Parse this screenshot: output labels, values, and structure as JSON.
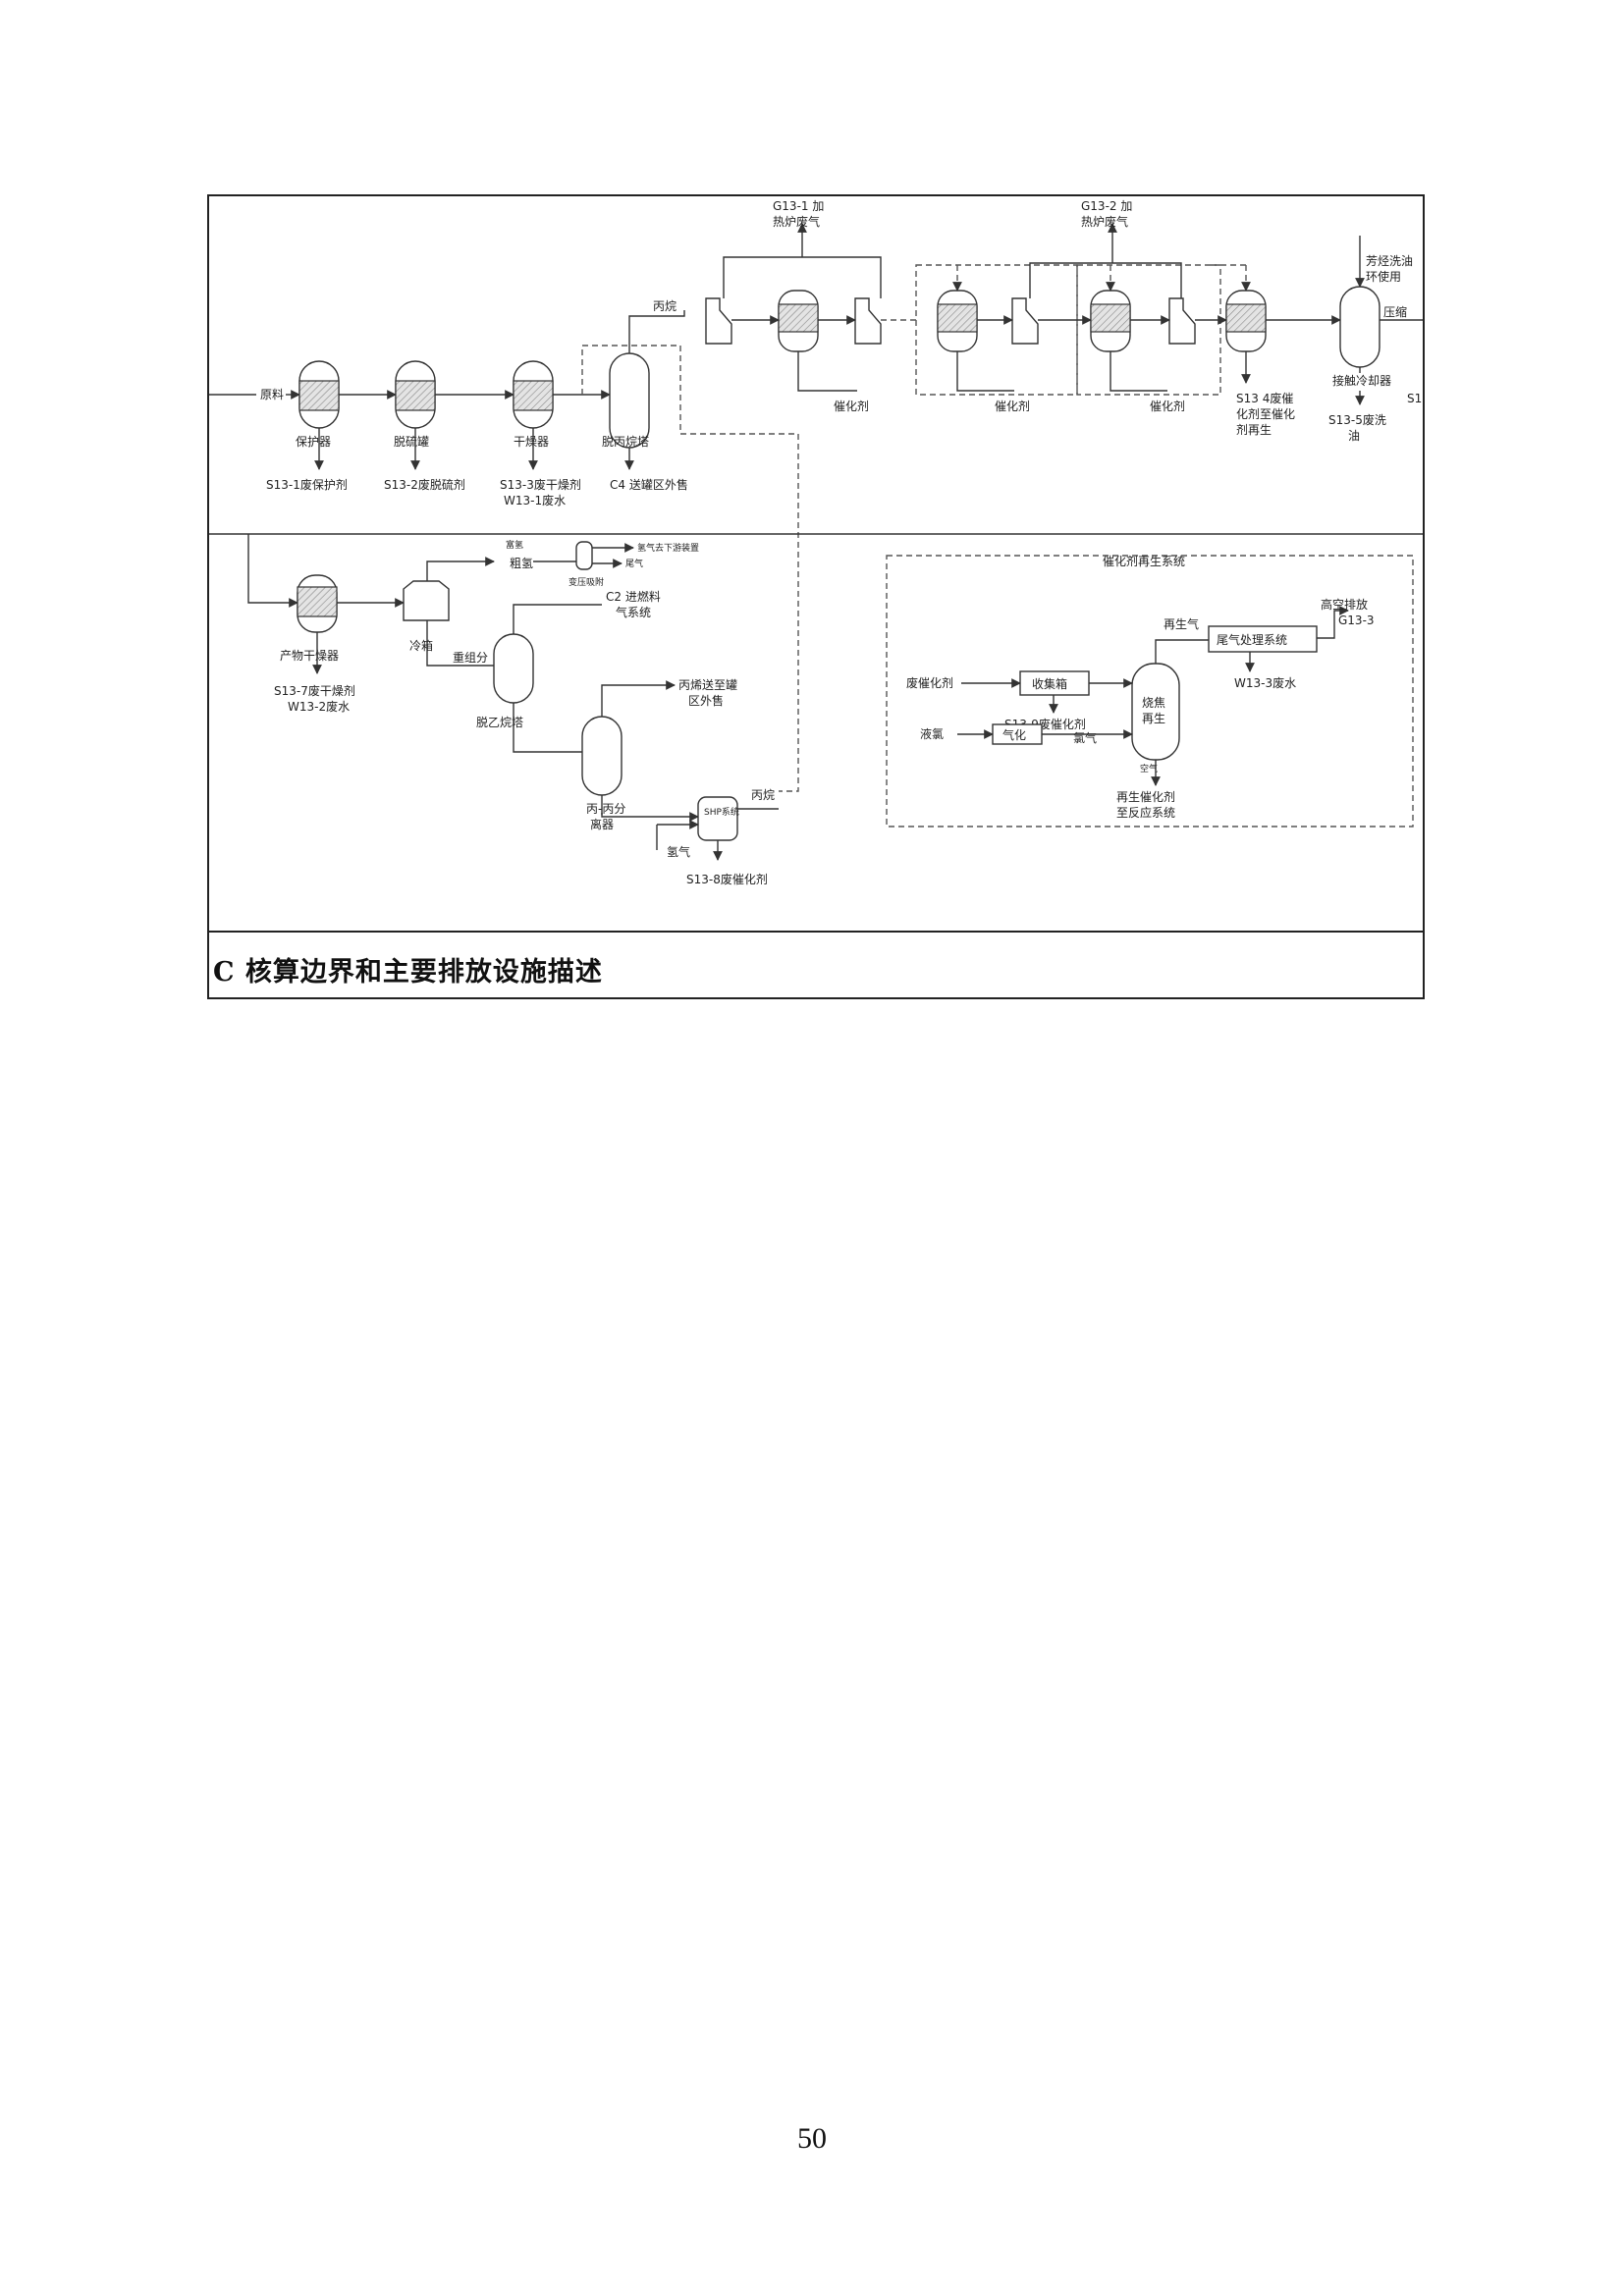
{
  "diagram": {
    "top": {
      "feed": "原料",
      "guard_bed": "保护器",
      "desulfurizer": "脱硫罐",
      "dryer": "干燥器",
      "depropanizer": "脱丙烷塔",
      "waste_guard": "S13-1废保护剂",
      "waste_desulf": "S13-2废脱硫剂",
      "waste_drying": "S13-3废干燥剂",
      "wastewater_1": "W13-1废水",
      "c4_export": "C4 送罐区外售",
      "propane": "丙烷",
      "furnace_gas_1": "G13-1 加热炉废气",
      "furnace_gas_2": "G13-2 加热炉废气",
      "catalyst_a": "催化剂",
      "catalyst_b": "催化剂",
      "catalyst_c": "催化剂",
      "waste_catalyst_4": "S13-4废催化剂至催化剂再生",
      "aromatics_oil": "芳烃洗油环使用",
      "compression": "压缩",
      "contact_cooler": "接触冷却器",
      "waste_oil_5": "S13-5废洗油",
      "edge_label": "S1"
    },
    "bottom": {
      "product_dryer": "产物干燥器",
      "waste_drying_7": "S13-7废干燥剂",
      "wastewater_2": "W13-2废水",
      "cold_box": "冷箱",
      "crude_hydrogen": "粗氢",
      "rich_hydrogen": "富氢",
      "psa": "变压吸附",
      "hydrogen_out": "氢气去下游装置",
      "tail_gas": "尾气",
      "c2_fuel": "C2 进燃料气系统",
      "heavy_fraction": "重组分",
      "deethanizer": "脱乙烷塔",
      "propylene_export": "丙烯送至罐区外售",
      "pp_splitter": "丙-丙分离器",
      "shp": "SHP系统",
      "propane_return": "丙烷",
      "hydrogen_in": "氢气",
      "waste_catalyst_8": "S13-8废催化剂"
    },
    "regen": {
      "title": "催化剂再生系统",
      "spent_catalyst": "废催化剂",
      "collector": "收集箱",
      "burn_regen": "烧焦再生",
      "regen_gas": "再生气",
      "tail_treatment": "尾气处理系统",
      "high_vent": "高空排放G13-3",
      "wastewater_3": "W13-3废水",
      "waste_catalyst_9": "S13-9废催化剂",
      "liquid_chlorine": "液氯",
      "vaporize": "气化",
      "chlorine": "氯气",
      "air": "空气",
      "regen_catalyst": "再生催化剂至反应系统"
    }
  },
  "section_title": "C 核算边界和主要排放设施描述",
  "page_number": "50"
}
